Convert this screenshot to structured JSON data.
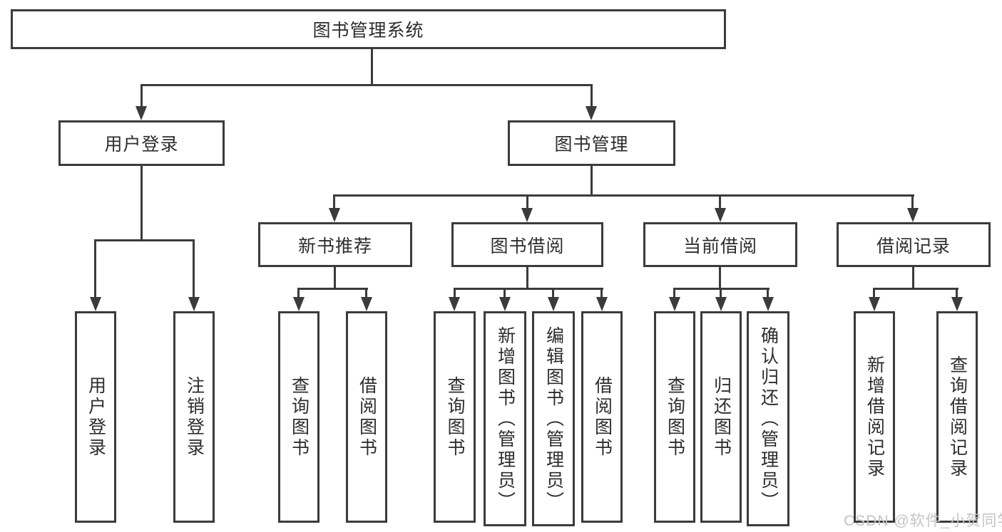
{
  "diagram": {
    "root": {
      "label": "图书管理系统"
    },
    "branches": [
      {
        "label": "用户登录",
        "children": [
          {
            "label": "用户登录"
          },
          {
            "label": "注销登录"
          }
        ]
      },
      {
        "label": "图书管理",
        "groups": [
          {
            "label": "新书推荐",
            "children": [
              {
                "label": "查询图书"
              },
              {
                "label": "借阅图书"
              }
            ]
          },
          {
            "label": "图书借阅",
            "children": [
              {
                "label": "查询图书"
              },
              {
                "label": "新增图书（管理员）"
              },
              {
                "label": "编辑图书（管理员）"
              },
              {
                "label": "借阅图书"
              }
            ]
          },
          {
            "label": "当前借阅",
            "children": [
              {
                "label": "查询图书"
              },
              {
                "label": "归还图书"
              },
              {
                "label": "确认归还（管理员）"
              }
            ]
          },
          {
            "label": "借阅记录",
            "children": [
              {
                "label": "新增借阅记录"
              },
              {
                "label": "查询借阅记录"
              }
            ]
          }
        ]
      }
    ],
    "watermark": "CSDN @软件_小贺同学",
    "colors": {
      "line": "#3b3b3b",
      "text": "#2d2d2d",
      "box_background": "#ffffff",
      "watermark": "#c4c4c4"
    }
  }
}
